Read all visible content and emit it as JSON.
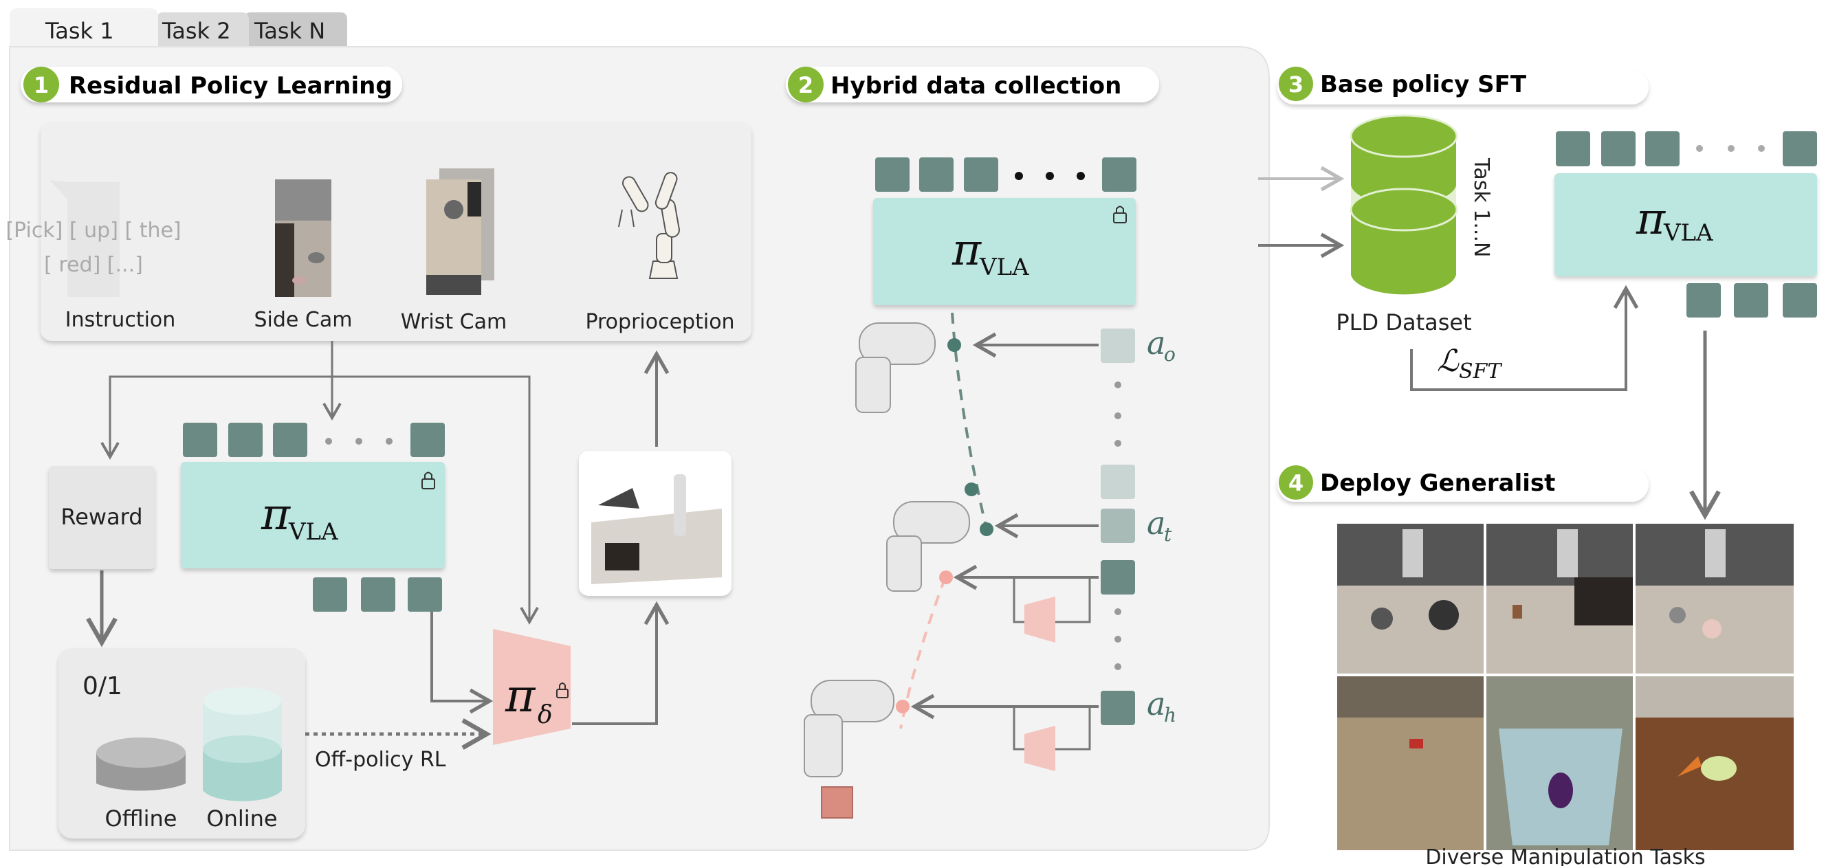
{
  "tabs": [
    "Task 1",
    "Task 2",
    "Task N"
  ],
  "sections": {
    "s1": {
      "number": "1",
      "title": "Residual Policy Learning"
    },
    "s2": {
      "number": "2",
      "title": "Hybrid data collection"
    },
    "s3": {
      "number": "3",
      "title": "Base policy SFT"
    },
    "s4": {
      "number": "4",
      "title": "Deploy Generalist"
    }
  },
  "inputs": {
    "instruction_line1": "[Pick] [ up] [ the]",
    "instruction_line2": "[ red] [...]",
    "labels": [
      "Instruction",
      "Side Cam",
      "Wrist Cam",
      "Proprioception"
    ]
  },
  "policy": {
    "pi": "π",
    "vla_sub": "VLA",
    "delta_sub": "δ"
  },
  "reward_label": "Reward",
  "buffer": {
    "label": "0/1",
    "offline": "Offline",
    "online": "Online"
  },
  "offpolicy_label": "Off-policy RL",
  "actions": {
    "a_o": "a",
    "a_o_sub": "o",
    "a_t": "a",
    "a_t_sub": "t",
    "a_h": "a",
    "a_h_sub": "h"
  },
  "dataset": {
    "label": "PLD Dataset",
    "tasks": "Task 1...N"
  },
  "loss": {
    "symbol": "ℒ",
    "sub": "SFT"
  },
  "deploy_caption": "Diverse Manipulation Tasks",
  "colors": {
    "green": "#85b935",
    "token": "#6b8a84",
    "vla": "#bce6e0",
    "residual": "#f4c4be",
    "panel": "#f3f3f3"
  }
}
